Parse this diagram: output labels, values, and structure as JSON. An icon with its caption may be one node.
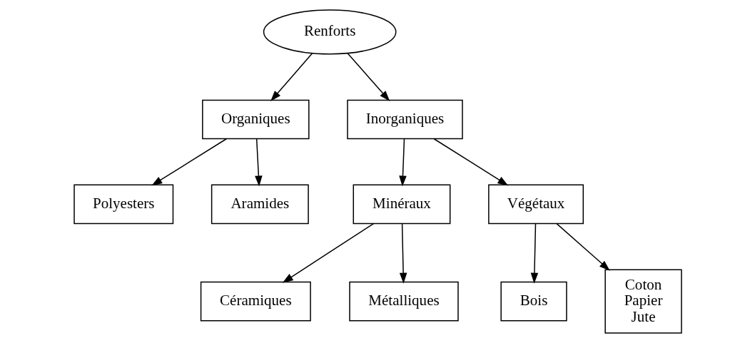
{
  "diagram": {
    "nodes": [
      {
        "text": [
          "Renforts"
        ]
      },
      {
        "text": [
          "Organiques"
        ]
      },
      {
        "text": [
          "Inorganiques"
        ]
      },
      {
        "text": [
          "Polyesters"
        ]
      },
      {
        "text": [
          "Aramides"
        ]
      },
      {
        "text": [
          "Minéraux"
        ]
      },
      {
        "text": [
          "Végétaux"
        ]
      },
      {
        "text": [
          "Céramiques"
        ]
      },
      {
        "text": [
          "Métalliques"
        ]
      },
      {
        "text": [
          "Bois"
        ]
      },
      {
        "text": [
          "Coton",
          "Papier",
          "Jute"
        ]
      }
    ],
    "edges": [
      {
        "from": 0,
        "to": 1,
        "arrow": "to"
      },
      {
        "from": 0,
        "to": 2,
        "arrow": "to"
      },
      {
        "from": 1,
        "to": 3,
        "arrow": "to"
      },
      {
        "from": 1,
        "to": 4,
        "arrow": "to"
      },
      {
        "from": 2,
        "to": 5,
        "arrow": "to"
      },
      {
        "from": 2,
        "to": 6,
        "arrow": "to"
      },
      {
        "from": 5,
        "to": 7,
        "arrow": "to"
      },
      {
        "from": 5,
        "to": 8,
        "arrow": "to"
      },
      {
        "from": 6,
        "to": 9,
        "arrow": "to"
      },
      {
        "from": 6,
        "to": 10,
        "arrow": "to"
      }
    ]
  }
}
